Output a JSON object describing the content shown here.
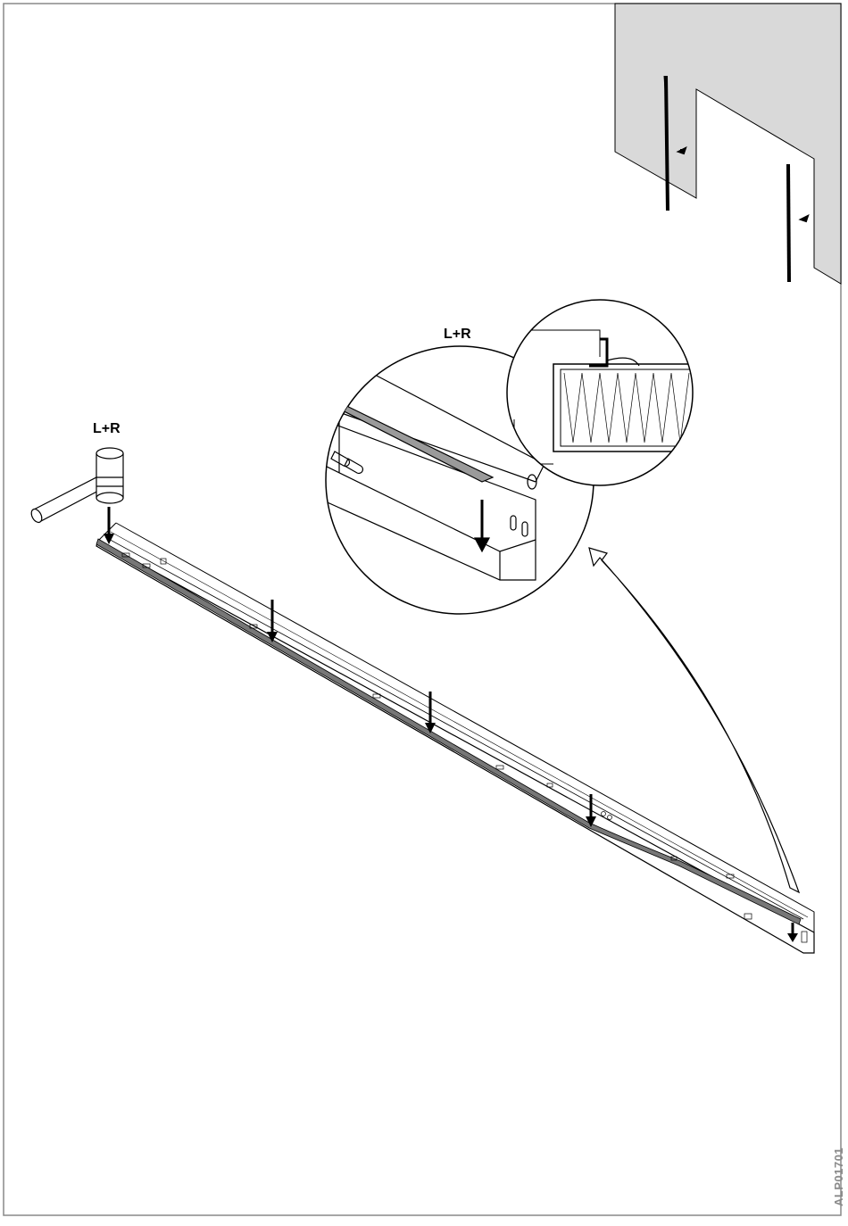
{
  "labels": {
    "hammer_side": "L+R",
    "detail_side": "L+R"
  },
  "figure_code": "ALP01701",
  "colors": {
    "wall_fill": "#d9d9d9",
    "gasket": "#9a9a9a",
    "line": "#000000",
    "frame": "#888888",
    "code_text": "#8a8a8a"
  },
  "icons": [
    "rubber-mallet-icon",
    "down-arrow-icon",
    "curved-arrow-icon",
    "magnifier-circle-icon"
  ]
}
